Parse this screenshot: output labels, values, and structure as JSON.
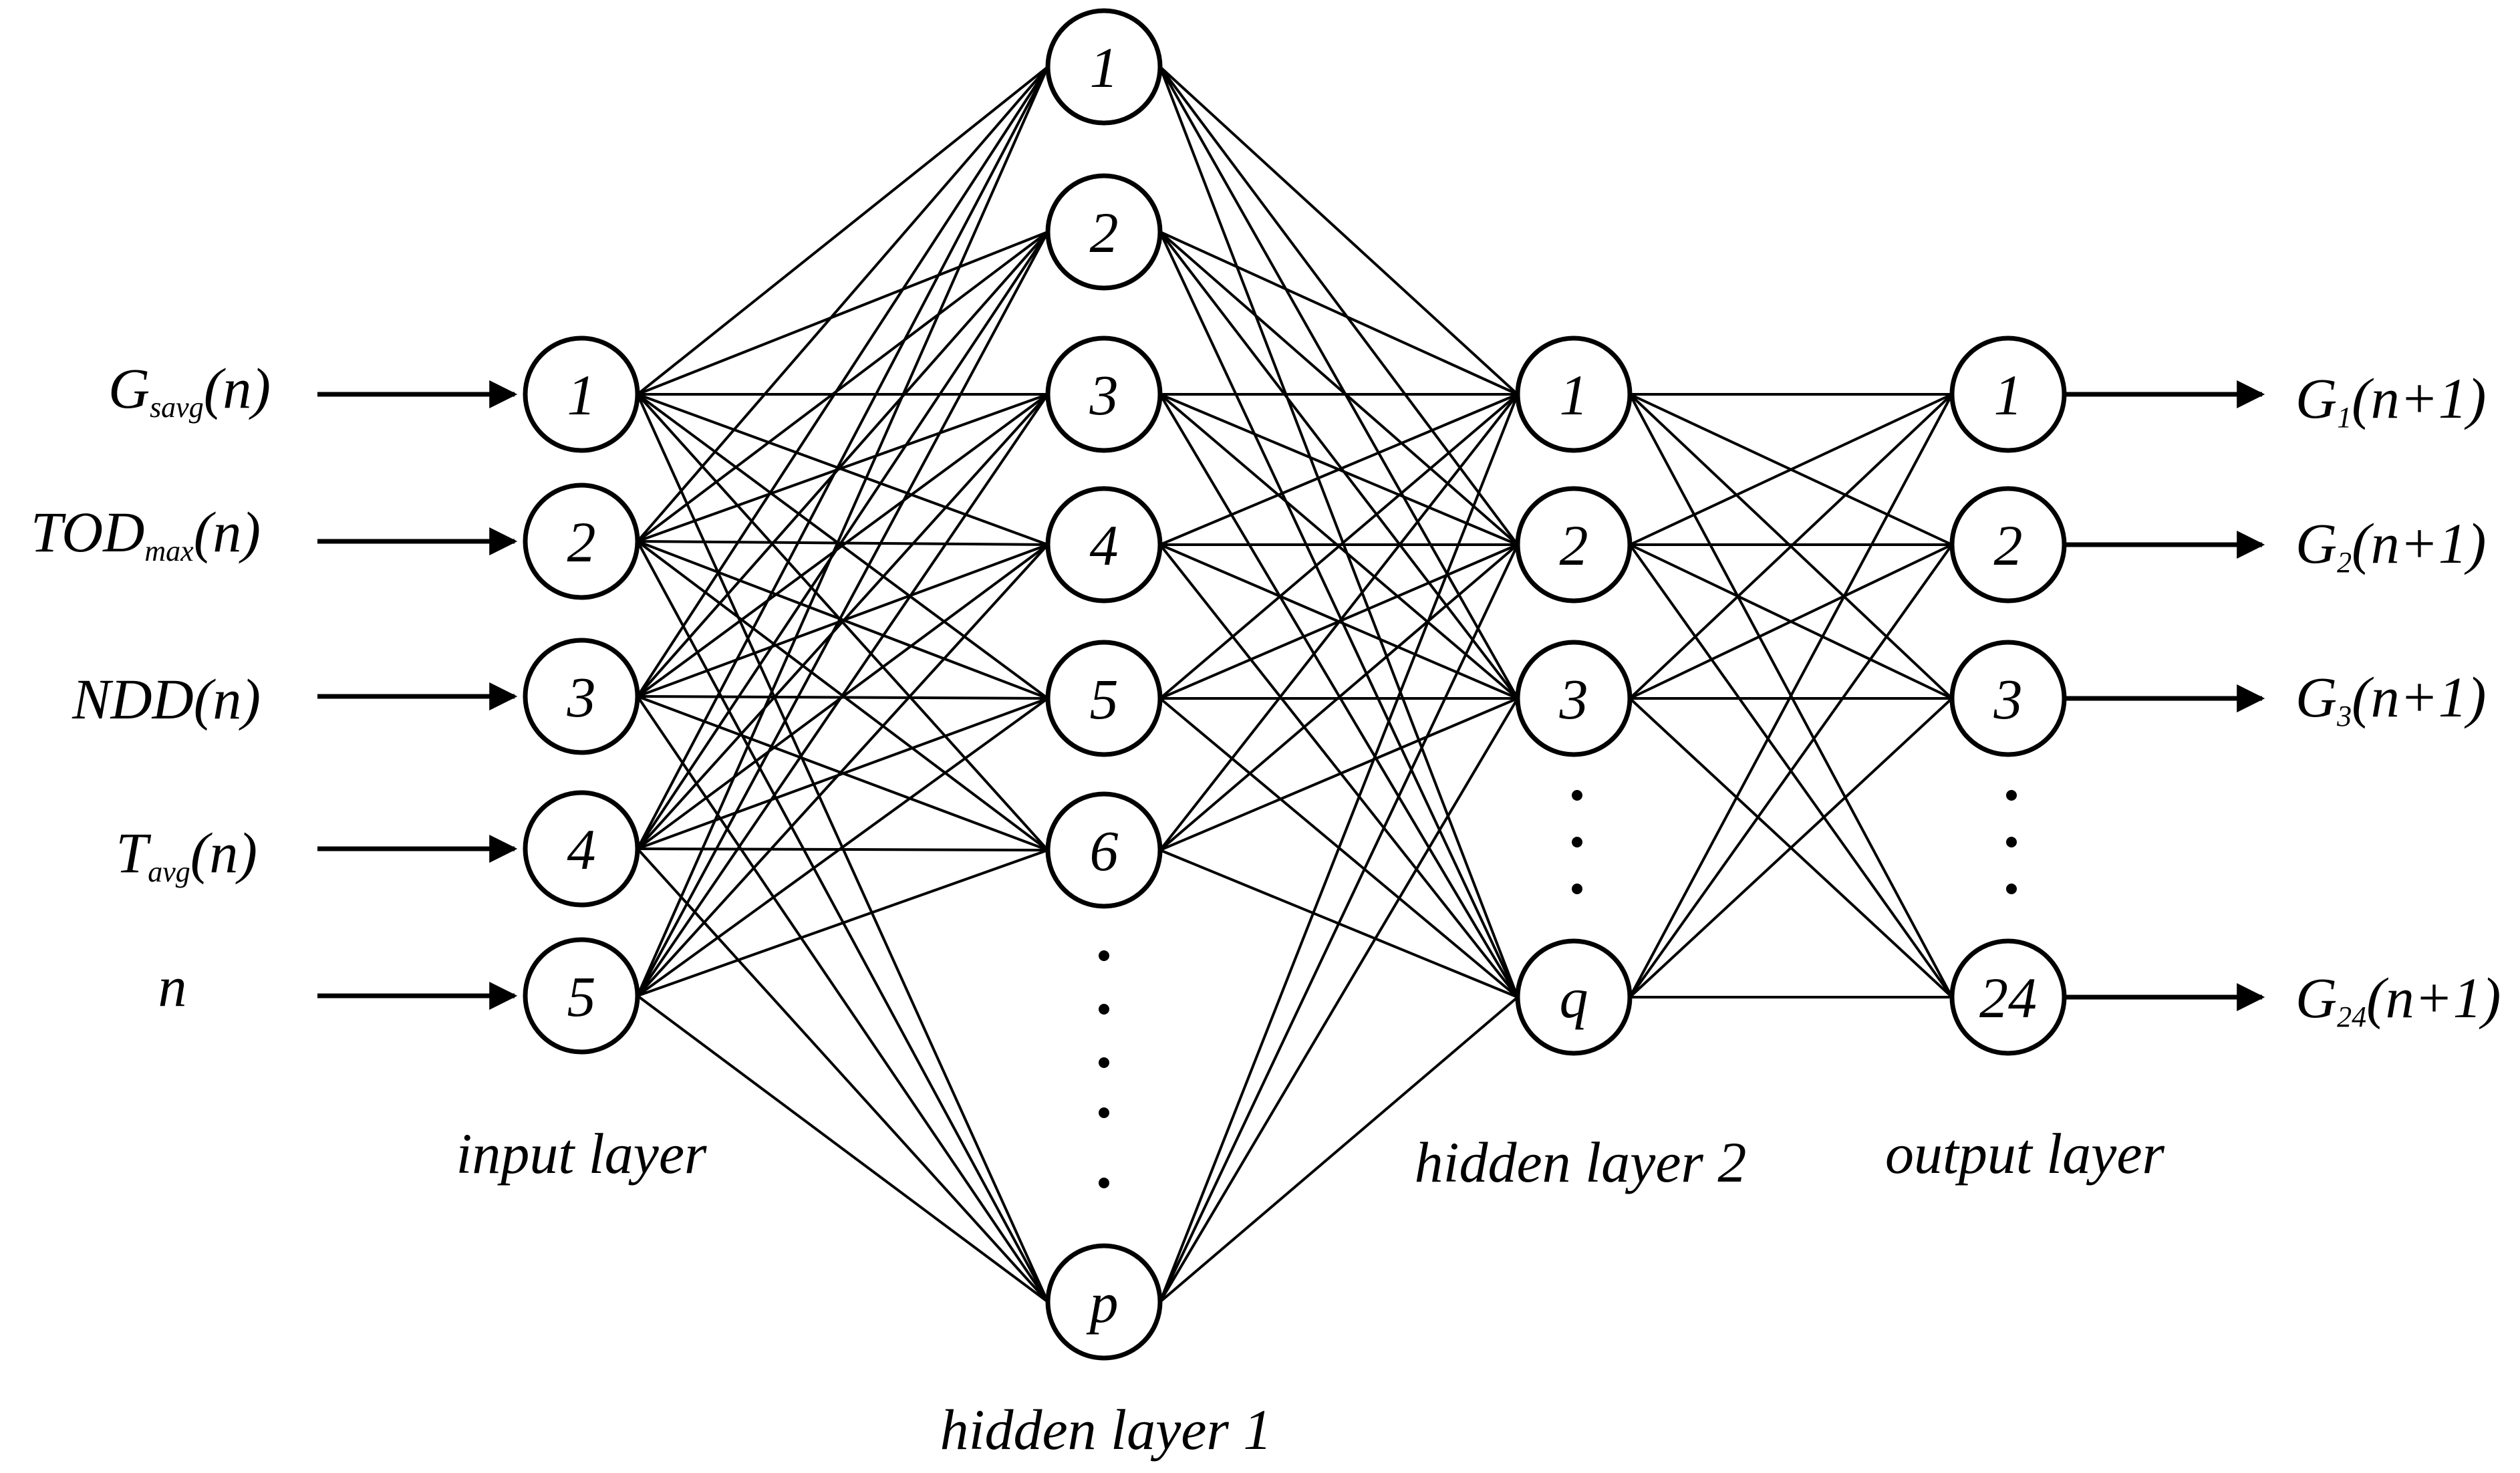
{
  "colors": {
    "stroke": "#000000",
    "background": "#ffffff"
  },
  "layers": [
    {
      "key": "input",
      "title": "input layer",
      "nodes": [
        "1",
        "2",
        "3",
        "4",
        "5"
      ]
    },
    {
      "key": "hidden1",
      "title": "hidden layer 1",
      "nodes": [
        "1",
        "2",
        "3",
        "4",
        "5",
        "6",
        "p"
      ]
    },
    {
      "key": "hidden2",
      "title": "hidden layer 2",
      "nodes": [
        "1",
        "2",
        "3",
        "q"
      ]
    },
    {
      "key": "output",
      "title": "output layer",
      "nodes": [
        "1",
        "2",
        "3",
        "24"
      ]
    }
  ],
  "inputs": [
    {
      "main": "G",
      "sub": "savg",
      "tail": "(n)"
    },
    {
      "main": "TOD",
      "sub": "max",
      "tail": "(n)"
    },
    {
      "main": "NDD(n)",
      "sub": "",
      "tail": ""
    },
    {
      "main": "T",
      "sub": "avg",
      "tail": "(n)"
    },
    {
      "main": "n",
      "sub": "",
      "tail": ""
    }
  ],
  "outputs": [
    {
      "main": "G",
      "sub": "1",
      "tail": "(n+1)"
    },
    {
      "main": "G",
      "sub": "2",
      "tail": "(n+1)"
    },
    {
      "main": "G",
      "sub": "3",
      "tail": "(n+1)"
    },
    {
      "main": "G",
      "sub": "24",
      "tail": "(n+1)"
    }
  ],
  "ellipsis": "·"
}
